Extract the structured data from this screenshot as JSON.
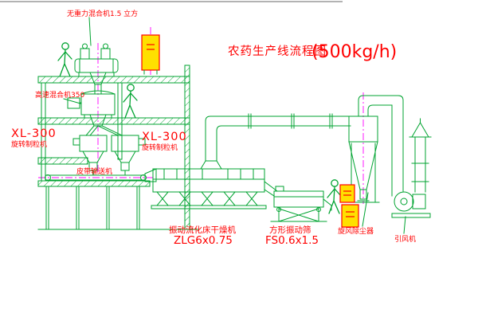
{
  "diagram": {
    "title": "农药生产线流程图",
    "capacity": "(500kg/h)"
  },
  "labels": {
    "top_mixer": "无重力混合机1.5 立方",
    "high_speed_mixer": "高速混合机350",
    "granulator_left_model": "XL-300",
    "granulator_left_name": "旋转制粒机",
    "granulator_mid_model": "XL-300",
    "granulator_mid_name": "旋转制粒机",
    "belt_conveyor": "皮带输送机",
    "dryer_name": "振动流化床干燥机",
    "dryer_model": "ZLG6x0.75",
    "screen_name": "方形振动筛",
    "screen_model": "FS0.6x1.5",
    "cyclone": "旋风除尘器",
    "fan": "引风机"
  },
  "colors": {
    "line": "#00a330",
    "label": "#ff0000",
    "cabinet": "#ffe000",
    "centerline": "#ff00ff"
  }
}
